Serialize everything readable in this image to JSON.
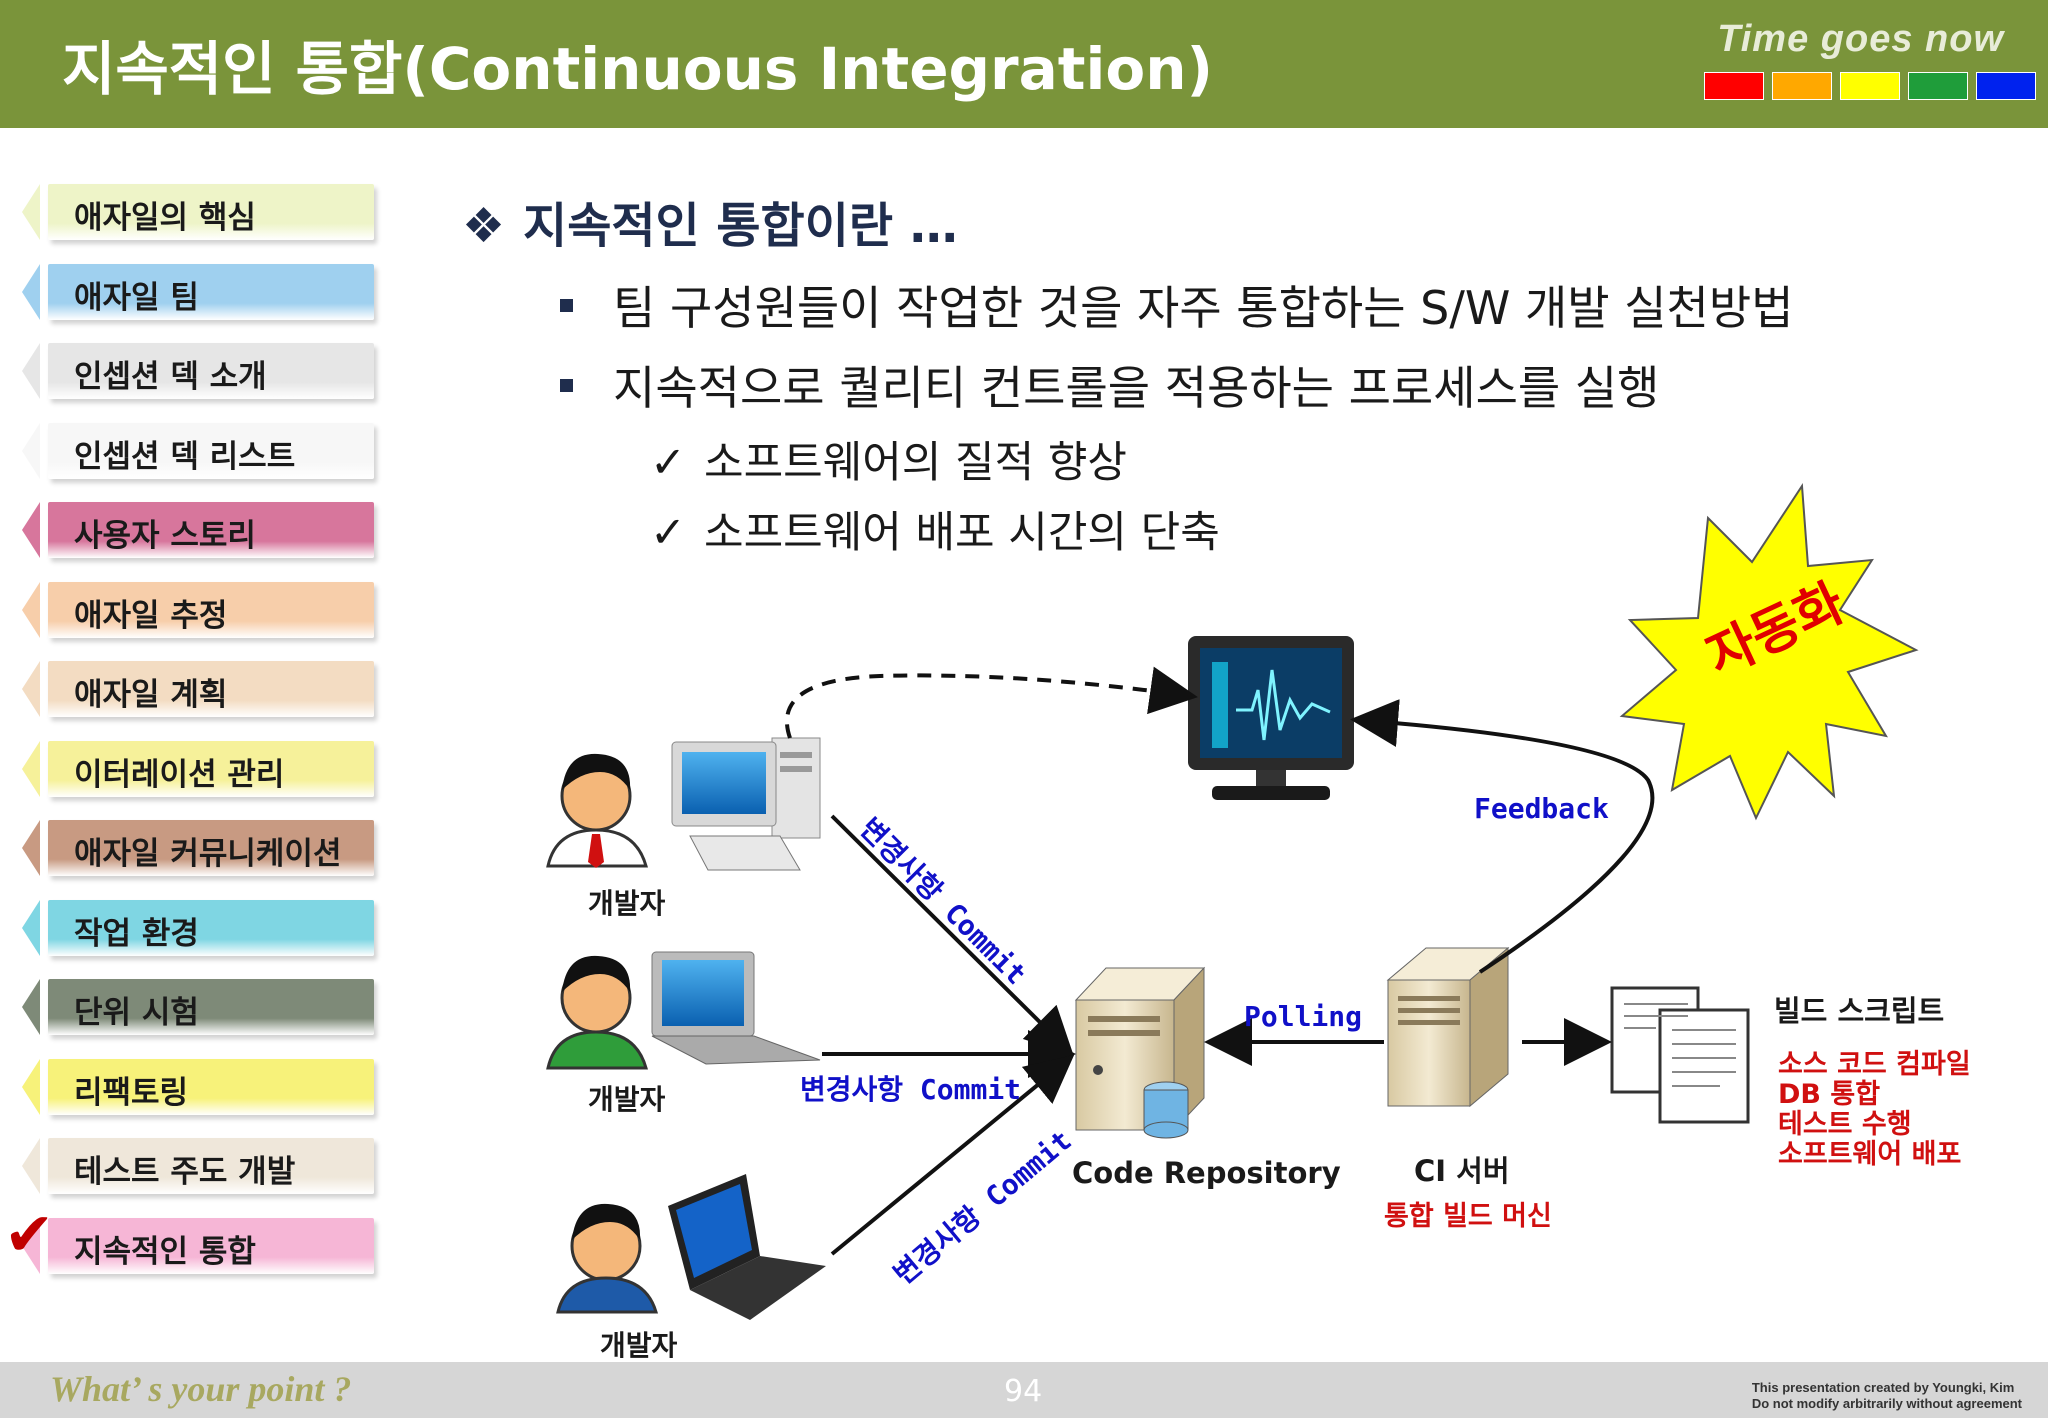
{
  "header": {
    "title": "지속적인 통합(Continuous Integration)",
    "tagline": "Time goes now",
    "swatch_colors": [
      "#ff0000",
      "#ffa800",
      "#ffff00",
      "#1f9d3a",
      "#0022ee"
    ]
  },
  "sidebar": {
    "items": [
      {
        "label": "애자일의 핵심",
        "color": "#eef4c8"
      },
      {
        "label": "애자일 팀",
        "color": "#9fd0ef"
      },
      {
        "label": "인셉션 덱 소개",
        "color": "#e6e6e6"
      },
      {
        "label": "인셉션 덱 리스트",
        "color": "#f7f7f7"
      },
      {
        "label": "사용자 스토리",
        "color": "#d7769c"
      },
      {
        "label": "애자일 추정",
        "color": "#f7ceaa"
      },
      {
        "label": "애자일 계획",
        "color": "#f3dcc2"
      },
      {
        "label": "이터레이션 관리",
        "color": "#f6f19a"
      },
      {
        "label": "애자일 커뮤니케이션",
        "color": "#c89a82"
      },
      {
        "label": "작업 환경",
        "color": "#7fd6e3"
      },
      {
        "label": "단위 시험",
        "color": "#7e8a78"
      },
      {
        "label": "리팩토링",
        "color": "#f7f27a"
      },
      {
        "label": "테스트 주도 개발",
        "color": "#efe7da"
      },
      {
        "label": "지속적인 통합",
        "color": "#f6b6d6"
      }
    ],
    "active_index": 13
  },
  "content": {
    "heading": "지속적인 통합이란 …",
    "bullets": [
      "팀 구성원들이 작업한 것을 자주 통합하는 S/W 개발 실천방법",
      "지속적으로 퀄리티 컨트롤을 적용하는 프로세스를 실행"
    ],
    "sub_bullets": [
      "소프트웨어의 질적 향상",
      "소프트웨어 배포 시간의 단축"
    ]
  },
  "diagram": {
    "burst_label": "자동화",
    "developer_label": "개발자",
    "commit_label": "변경사항 Commit",
    "polling_label": "Polling",
    "feedback_label": "Feedback",
    "repo_label": "Code Repository",
    "ci_label": "CI 서버",
    "ci_sub_label": "통합 빌드 머신",
    "build_title": "빌드 스크립트",
    "build_steps": [
      "소스 코드 컴파일",
      "DB 통합",
      "테스트 수행",
      "소프트웨어 배포"
    ]
  },
  "footer": {
    "left_text": "What’ s your point ?",
    "page_number": "94",
    "right_line1": "This presentation created by  Youngki, Kim",
    "right_line2": "Do not modify arbitrarily without agreement"
  }
}
